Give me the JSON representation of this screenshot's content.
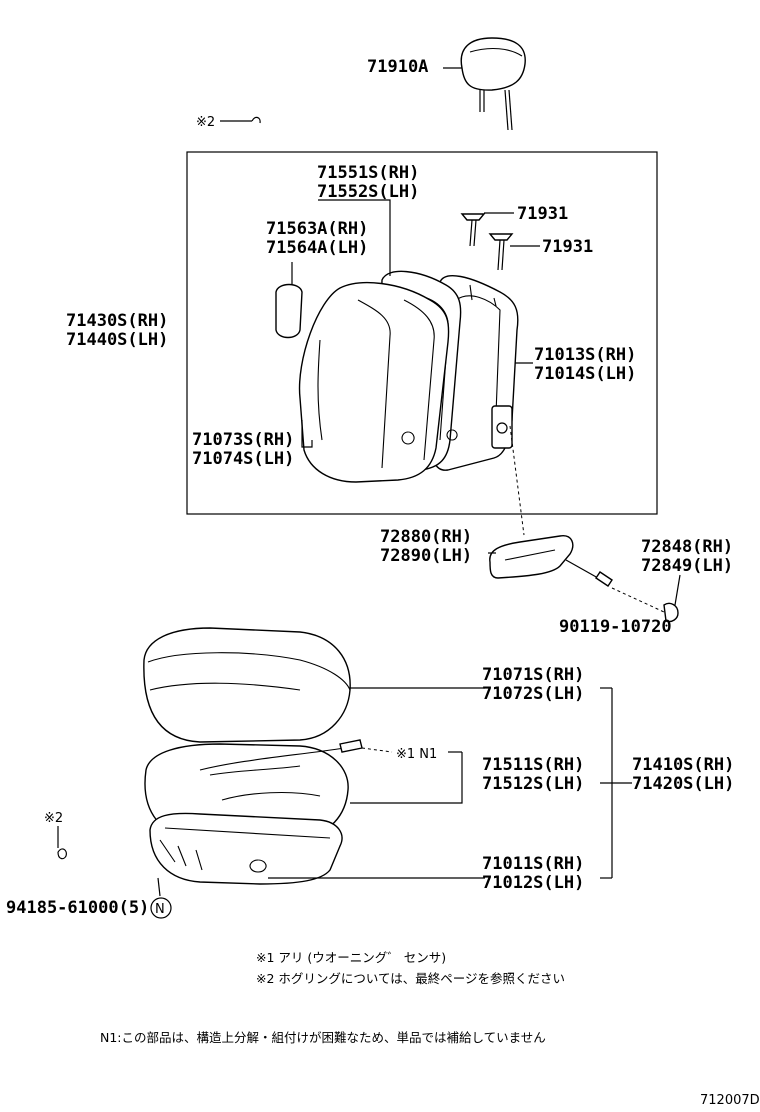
{
  "labels": {
    "headrest": "71910A",
    "mark2_top": "※2",
    "back_cover_rh": "71551S(RH)",
    "back_cover_lh": "71552S(LH)",
    "hinge_rh": "71563A(RH)",
    "hinge_lh": "71564A(LH)",
    "support_1": "71931",
    "support_2": "71931",
    "back_assy_rh": "71430S(RH)",
    "back_assy_lh": "71440S(LH)",
    "back_frame_rh": "71013S(RH)",
    "back_frame_lh": "71014S(LH)",
    "back_pad_rh": "71073S(RH)",
    "back_pad_lh": "71074S(LH)",
    "shield_rh": "72880(RH)",
    "shield_lh": "72890(LH)",
    "knob_rh": "72848(RH)",
    "knob_lh": "72849(LH)",
    "screw": "90119-10720",
    "cushion_pad_rh": "71071S(RH)",
    "cushion_pad_lh": "71072S(LH)",
    "sensor_mark": "※1 N1",
    "cushion_cover_rh": "71511S(RH)",
    "cushion_cover_lh": "71512S(LH)",
    "cushion_assy_rh": "71410S(RH)",
    "cushion_assy_lh": "71420S(LH)",
    "mark2_left": "※2",
    "frame_rh": "71011S(RH)",
    "frame_lh": "71012S(LH)",
    "clip": "94185-61000(5)",
    "clip_n": "N"
  },
  "notes": {
    "note1": "※1 アリ (ウオーニング゛ センサ)",
    "note2": "※2 ホグリングについては、最終ページを参照ください",
    "n1": "N1:この部品は、構造上分解・組付けが困難なため、単品では補給していません"
  },
  "figure_id": "712007D"
}
